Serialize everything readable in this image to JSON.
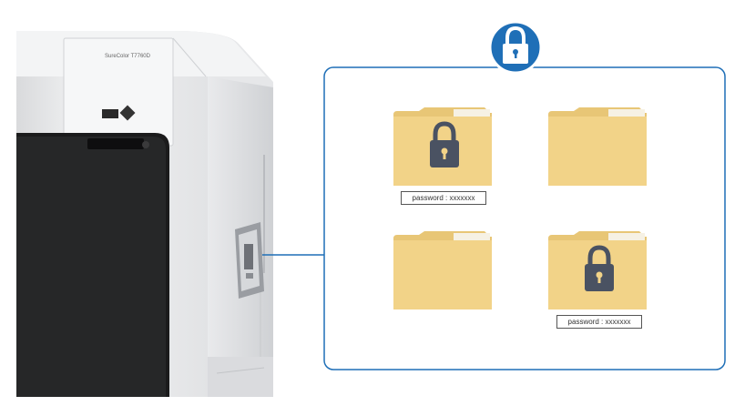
{
  "printer": {
    "model_label": "SureColor T7760D"
  },
  "panel": {
    "title_icon": "lock-icon",
    "border_color": "#1f6fb7"
  },
  "folders": [
    {
      "locked": true,
      "password_label": "password : xxxxxxx"
    },
    {
      "locked": false
    },
    {
      "locked": false
    },
    {
      "locked": true,
      "password_label": "password : xxxxxxx"
    }
  ],
  "colors": {
    "folder_body": "#f2d388",
    "folder_back": "#e8c676",
    "lock": "#4a5262",
    "accent_blue": "#1f6fb7"
  }
}
